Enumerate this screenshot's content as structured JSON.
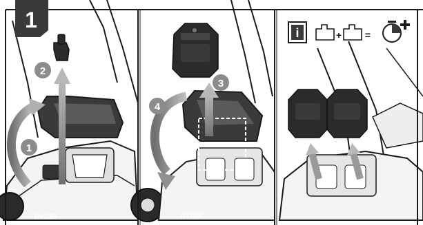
{
  "step": {
    "number": "1"
  },
  "panels": [
    {
      "arrows": [
        {
          "label": "1"
        },
        {
          "label": "2"
        }
      ],
      "brand": "RYOBI"
    },
    {
      "arrows": [
        {
          "label": "3"
        },
        {
          "label": "4"
        }
      ],
      "brand": "RYOBI"
    },
    {
      "info_icon": "i",
      "equation": {
        "plus": "+",
        "equals": "="
      }
    }
  ],
  "colors": {
    "badge": "#3a3a3a",
    "outline": "#1a1a1a",
    "arrow": "#8a8a8a",
    "battery": "#2b2b2b",
    "label_text": "#ffffff"
  },
  "icons": [
    "info-icon",
    "battery-icon",
    "battery-icon",
    "charge-plus-icon"
  ]
}
